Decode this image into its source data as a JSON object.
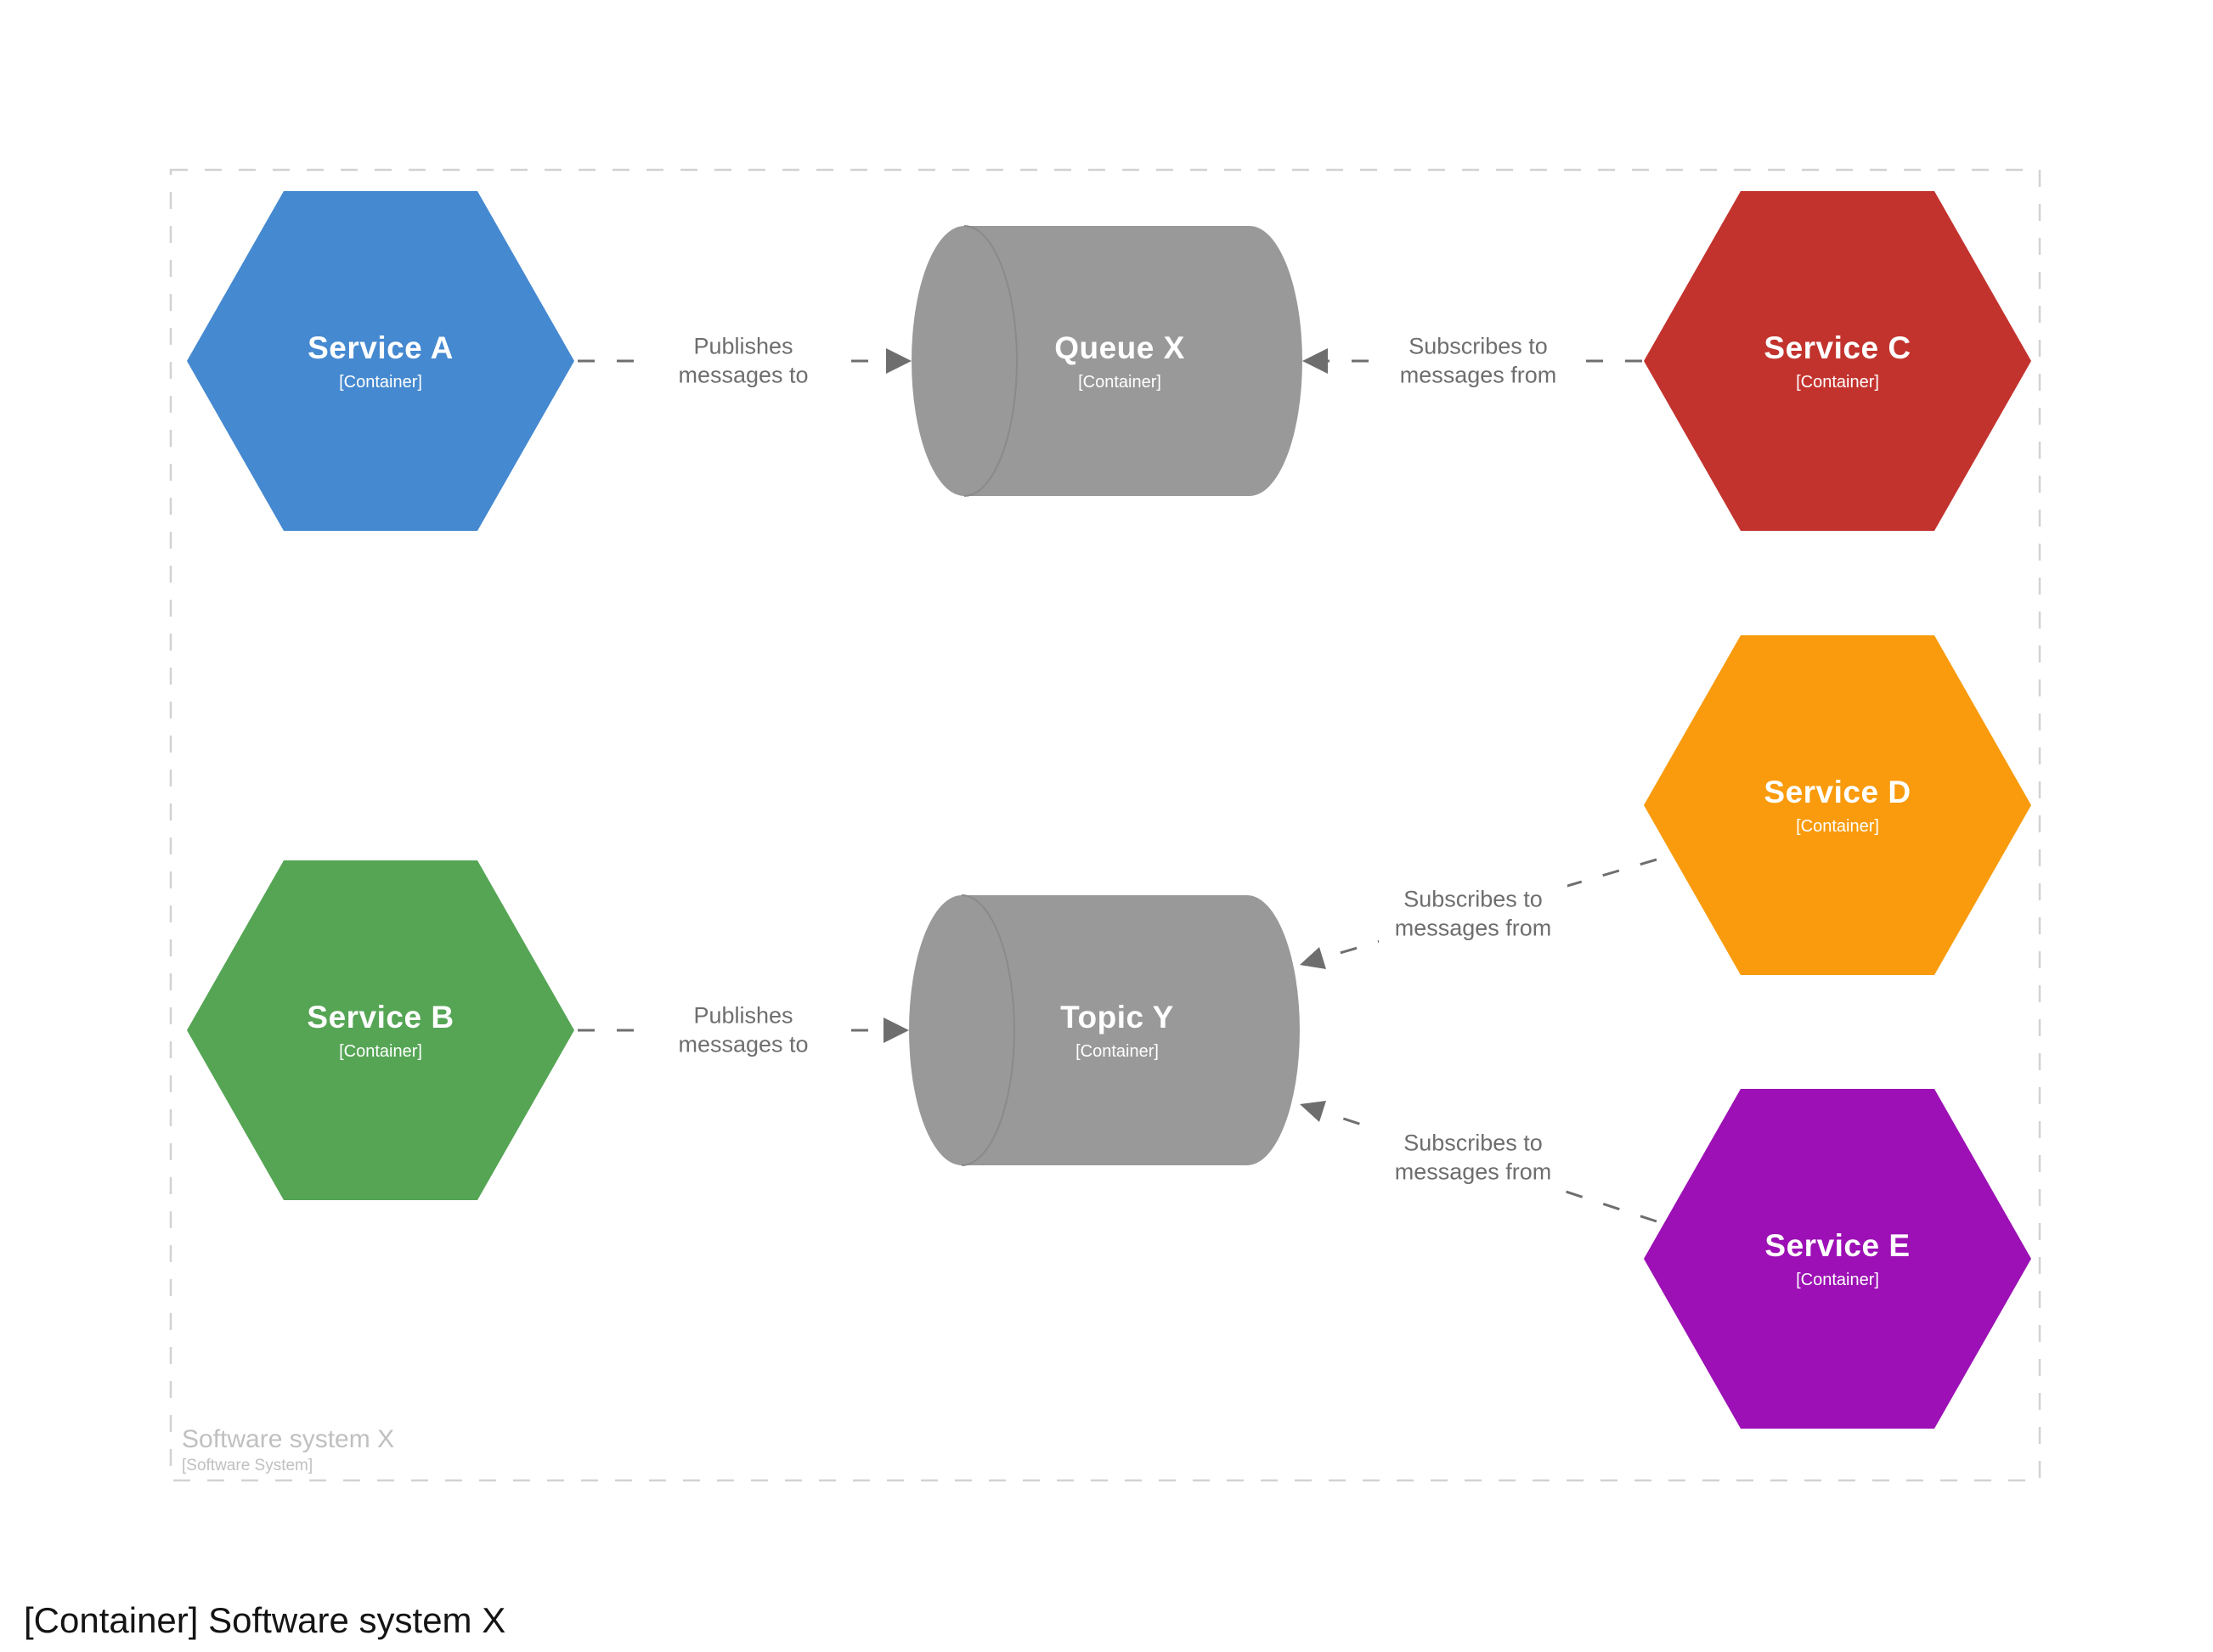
{
  "page_title": "[Container] Software system X",
  "boundary": {
    "name": "Software system X",
    "meta": "[Software System]",
    "border_color": "#d2d2d2",
    "label_color": "#c0c0c0"
  },
  "nodes": {
    "service_a": {
      "name": "Service A",
      "meta": "[Container]",
      "shape": "hexagon",
      "color": "#4589D0"
    },
    "service_b": {
      "name": "Service B",
      "meta": "[Container]",
      "shape": "hexagon",
      "color": "#55A555"
    },
    "service_c": {
      "name": "Service C",
      "meta": "[Container]",
      "shape": "hexagon",
      "color": "#C3332E"
    },
    "service_d": {
      "name": "Service D",
      "meta": "[Container]",
      "shape": "hexagon",
      "color": "#F99B0C"
    },
    "service_e": {
      "name": "Service E",
      "meta": "[Container]",
      "shape": "hexagon",
      "color": "#9C10B5"
    },
    "queue_x": {
      "name": "Queue X",
      "meta": "[Container]",
      "shape": "cylinder",
      "color": "#999999",
      "border_color": "#8a8a8a"
    },
    "topic_y": {
      "name": "Topic Y",
      "meta": "[Container]",
      "shape": "cylinder",
      "color": "#999999",
      "border_color": "#8a8a8a"
    }
  },
  "relationships": {
    "line_color": "#6e6e6e",
    "a_to_queue": {
      "source": "Service A",
      "target": "Queue X",
      "label": "Publishes messages to"
    },
    "c_from_queue": {
      "source": "Service C",
      "target": "Queue X",
      "label": "Subscribes to messages from"
    },
    "b_to_topic": {
      "source": "Service B",
      "target": "Topic Y",
      "label": "Publishes messages to"
    },
    "d_from_topic": {
      "source": "Service D",
      "target": "Topic Y",
      "label": "Subscribes to messages from"
    },
    "e_from_topic": {
      "source": "Service E",
      "target": "Topic Y",
      "label": "Subscribes to messages from"
    }
  }
}
